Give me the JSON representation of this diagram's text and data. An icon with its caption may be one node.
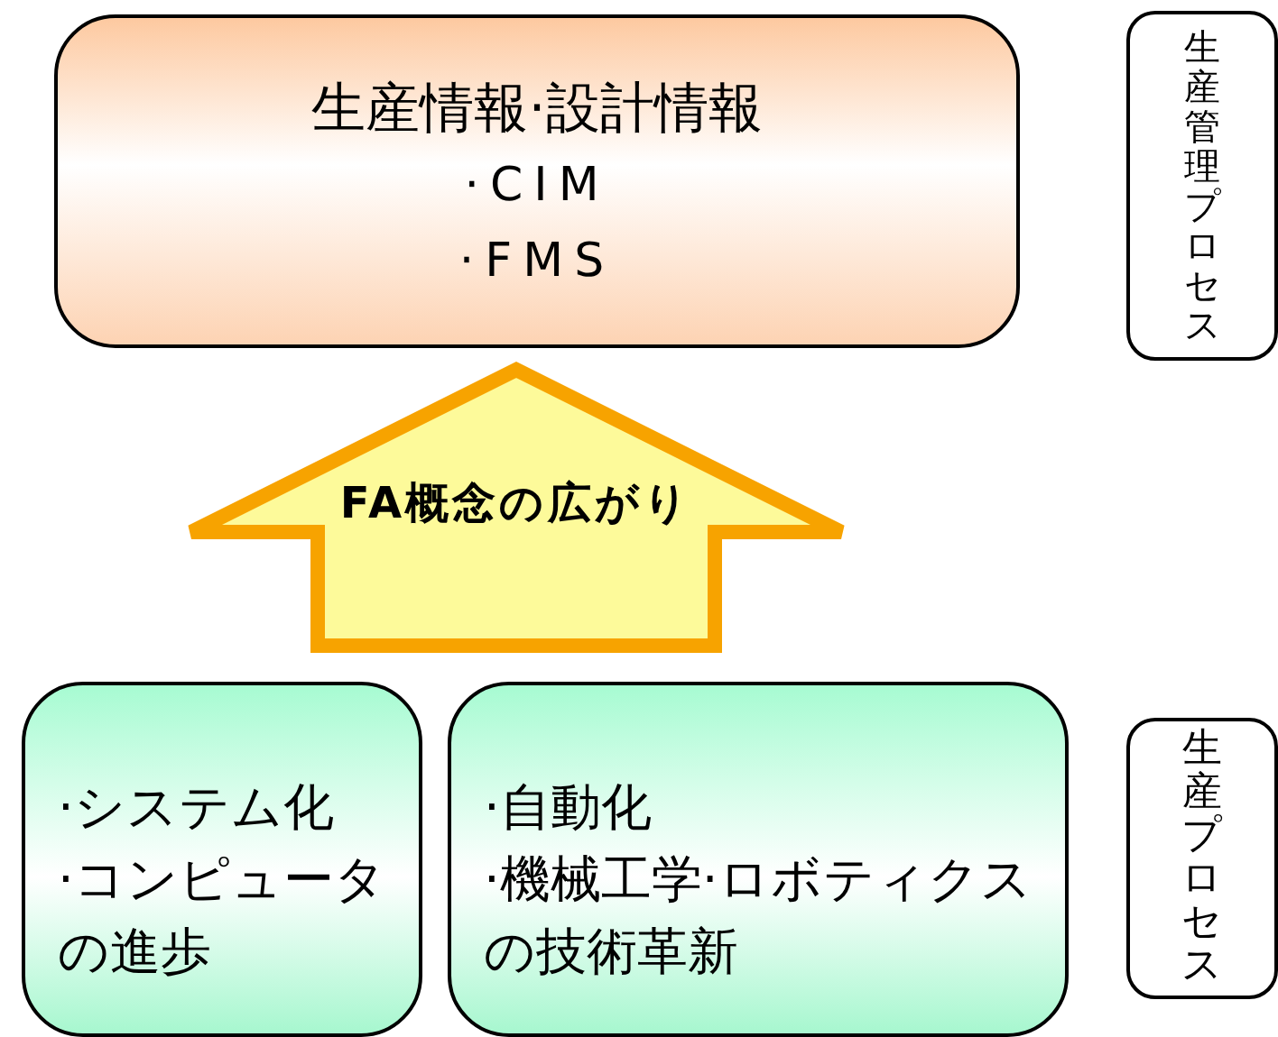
{
  "diagram": {
    "nodes": [
      {
        "text": [
          "生産情報·設計情報",
          "·CIM",
          "·FMS"
        ]
      },
      {
        "text": [
          "生産管理プロセス"
        ]
      },
      {
        "text": [
          "·システム化",
          "·コンピュータの進歩"
        ]
      },
      {
        "text": [
          "·自動化",
          "·機械工学·ロボティクスの技術革新"
        ]
      },
      {
        "text": [
          "生産プロセス"
        ]
      }
    ],
    "edges": [
      {
        "from": 2,
        "to": 0,
        "arrow": "to",
        "label": "FA概念の広がり"
      },
      {
        "from": 3,
        "to": 0,
        "arrow": "to"
      }
    ]
  }
}
